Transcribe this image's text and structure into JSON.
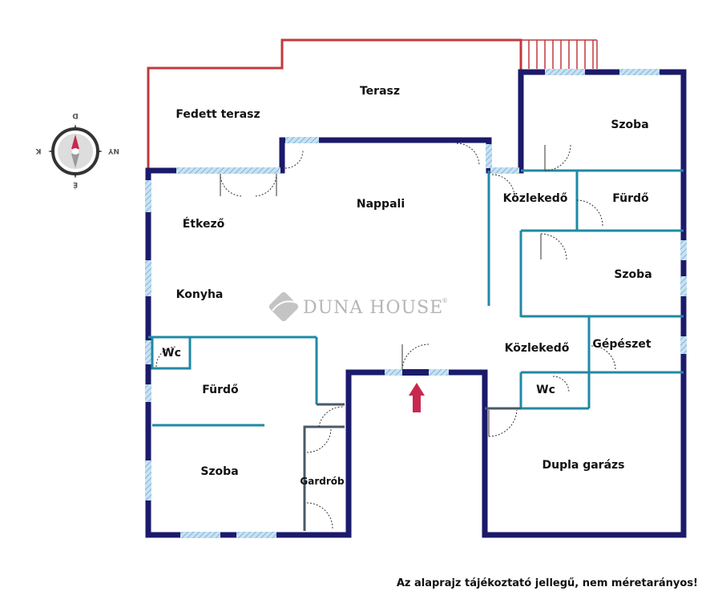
{
  "rooms": {
    "terasz": "Terasz",
    "fedett_terasz": "Fedett terasz",
    "szoba_top": "Szoba",
    "nappali": "Nappali",
    "kozlekedo_top": "Közlekedő",
    "furdo_right": "Fürdő",
    "etkezo": "Étkező",
    "szoba_mid": "Szoba",
    "konyha": "Konyha",
    "kozlekedo_bottom": "Közlekedő",
    "gepeszet": "Gépészet",
    "wc_left": "Wc",
    "wc_right": "Wc",
    "furdo_left": "Fürdő",
    "dupla_garazs": "Dupla garázs",
    "szoba_bottom": "Szoba",
    "gardrob": "Gardrób"
  },
  "compass": {
    "north": "É",
    "east": "K",
    "south": "D",
    "west": "NY",
    "rotation_deg": 180
  },
  "logo": {
    "text": "DUNA HOUSE",
    "mark": "®"
  },
  "footer": "Az alaprajz tájékoztató jellegű, nem méretarányos!",
  "colors": {
    "outer_wall": "#1b1a6b",
    "inner_wall": "#2089a6",
    "terrace": "#c0393d",
    "window": "#9ccbe8",
    "entry_arrow": "#c8284f"
  }
}
